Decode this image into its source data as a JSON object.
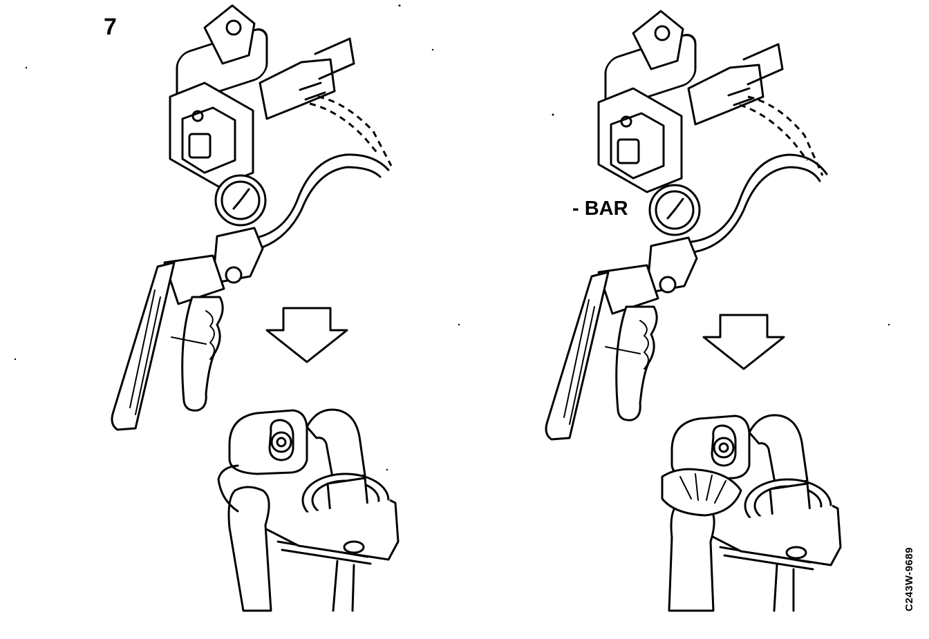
{
  "labels": {
    "step_number": "7",
    "pressure_label": "- BAR",
    "figure_code": "C243W-9689"
  }
}
